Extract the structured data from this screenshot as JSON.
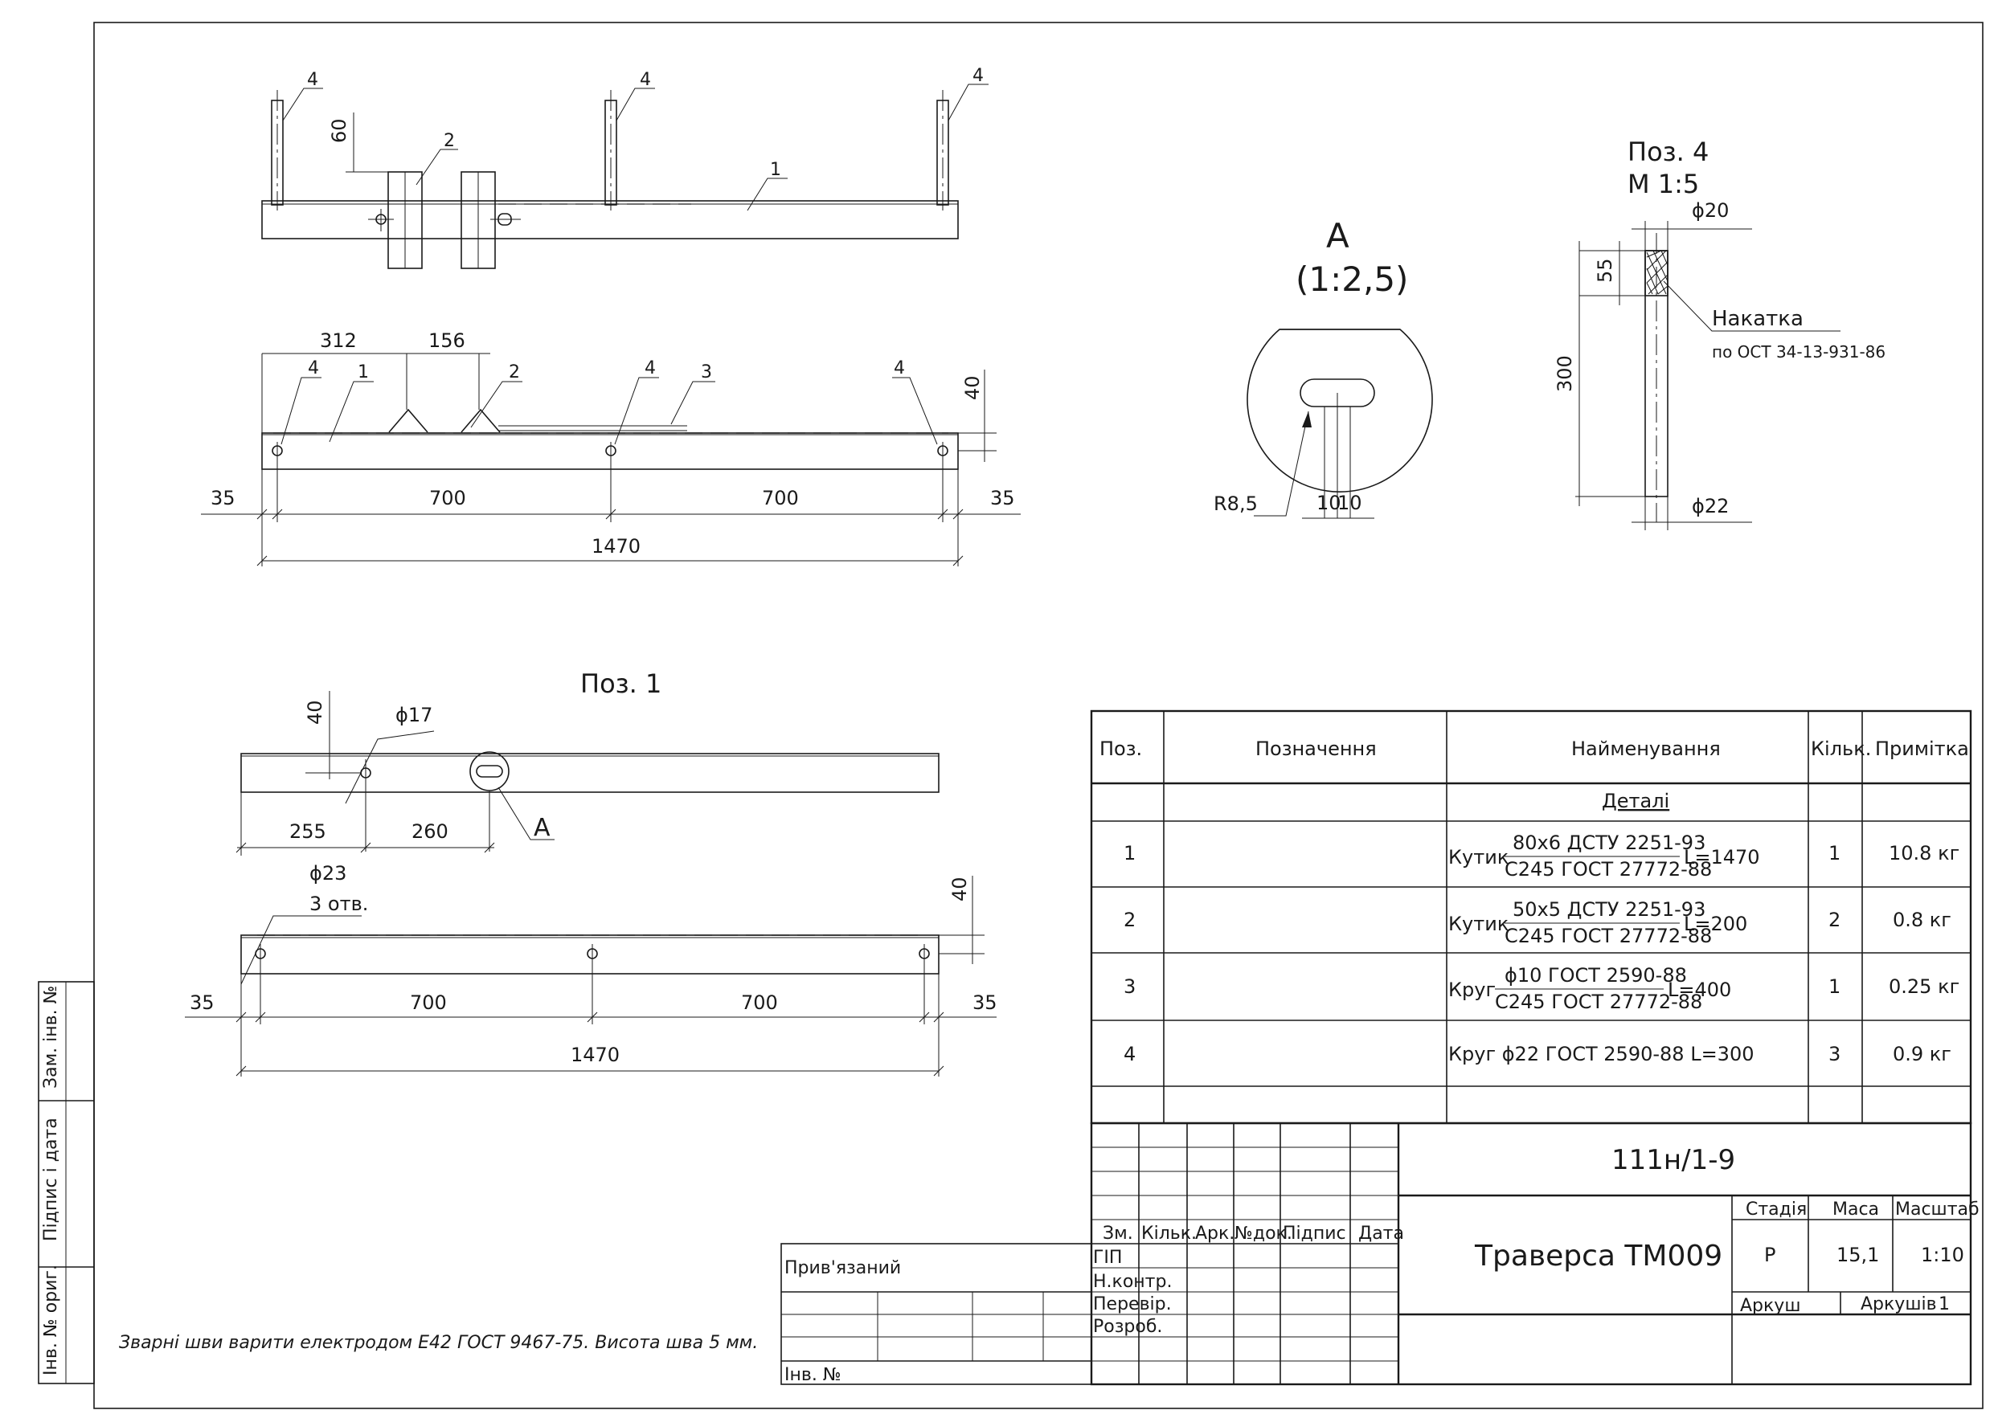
{
  "drawing": {
    "labels": {
      "pos4": "4",
      "pos1": "1",
      "pos2": "2",
      "pos3": "3",
      "view_a": "A",
      "view_a_callout": "A"
    },
    "top_view_dims": {
      "d60": "60"
    },
    "front_view_dims": {
      "d312": "312",
      "d156": "156",
      "d40": "40",
      "d35_left": "35",
      "d700_left": "700",
      "d700_right": "700",
      "d35_right": "35",
      "d1470": "1470"
    },
    "detail_a": {
      "title": "A",
      "scale": "(1:2,5)",
      "radius": "R8,5",
      "w1": "10",
      "w2": "10"
    },
    "pos4_detail": {
      "title": "Поз. 4",
      "scale": "М 1:5",
      "d20": "ϕ20",
      "d55": "55",
      "d300": "300",
      "d22": "ϕ22",
      "knurl": "Накатка",
      "knurl_std": "по ОСТ 34-13-931-86"
    },
    "pos1_detail": {
      "title": "Поз. 1",
      "d40_top": "40",
      "d17": "ϕ17",
      "d255": "255",
      "d260": "260",
      "d23": "ϕ23",
      "holes": "3 отв.",
      "d40_bottom": "40",
      "d35_left": "35",
      "d700_left": "700",
      "d700_right": "700",
      "d35_right": "35",
      "d1470": "1470"
    },
    "note": "Зварні шви варити електродом Е42 ГОСТ 9467-75. Висота шва 5 мм."
  },
  "spec_table": {
    "headers": [
      "Поз.",
      "Позначення",
      "Найменування",
      "Кільк.",
      "Примітка"
    ],
    "section": "Деталі",
    "rows": [
      {
        "pos": "1",
        "name_prefix": "Кутик",
        "num": "80х6 ДСТУ 2251-93",
        "den": "С245 ГОСТ 27772-88",
        "suffix": "L=1470",
        "qty": "1",
        "note": "10.8 кг"
      },
      {
        "pos": "2",
        "name_prefix": "Кутик",
        "num": "50х5 ДСТУ 2251-93",
        "den": "С245 ГОСТ 27772-88",
        "suffix": "L=200",
        "qty": "2",
        "note": "0.8 кг"
      },
      {
        "pos": "3",
        "name_prefix": "Круг",
        "num": "ϕ10 ГОСТ 2590-88",
        "den": "С245 ГОСТ 27772-88",
        "suffix": "L=400",
        "qty": "1",
        "note": "0.25 кг"
      },
      {
        "pos": "4",
        "name": "Круг ϕ22 ГОСТ 2590-88 L=300",
        "qty": "3",
        "note": "0.9 кг"
      }
    ]
  },
  "title_block": {
    "code": "111н/1-9",
    "name": "Траверса ТМ009",
    "col_headers": [
      "Зм.",
      "Кільк.",
      "Арк.",
      "№док.",
      "Підпис",
      "Дата"
    ],
    "roles": [
      "ГІП",
      "Н.контр.",
      "Перевір.",
      "Розроб."
    ],
    "stage_label": "Стадія",
    "mass_label": "Маса",
    "scale_label": "Масштаб",
    "stage": "Р",
    "mass": "15,1",
    "scale": "1:10",
    "sheet_label": "Аркуш",
    "sheets_label": "Аркушів",
    "sheets": "1",
    "bound": "Прив'язаний",
    "inv_no": "Інв. №"
  },
  "side_stamp": {
    "replace_inv": "Зам. інв. №",
    "sign_date": "Підпис і дата",
    "inv_orig": "Інв. № ориг."
  }
}
